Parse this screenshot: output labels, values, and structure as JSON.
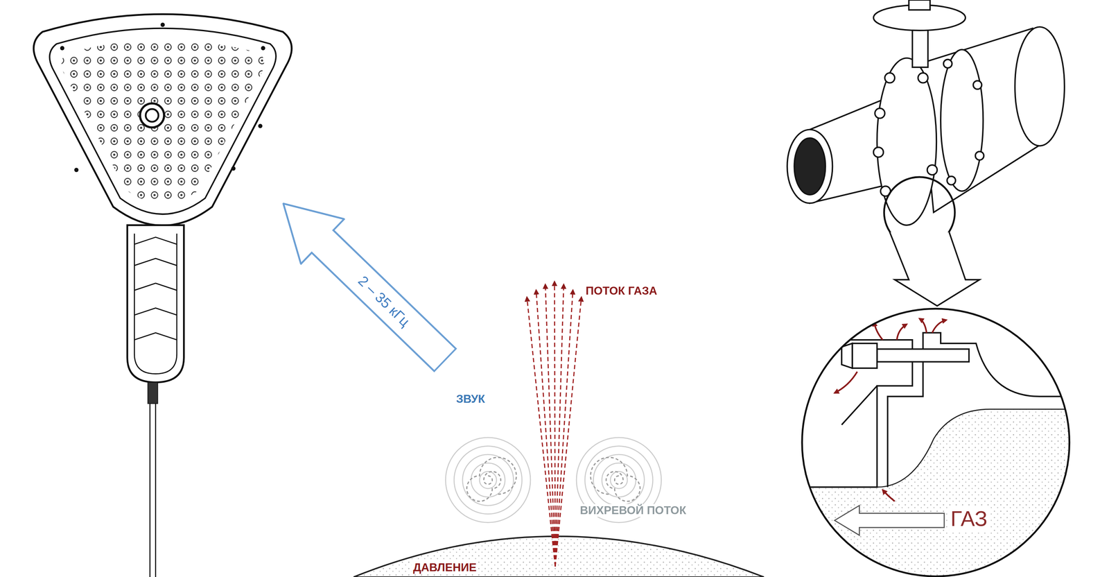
{
  "diagram": {
    "nodes": [
      {
        "text": [
          "2 – 35 кГц"
        ]
      }
    ],
    "labels": [
      "ПОТОК ГАЗА",
      "ЗВУК",
      "ВИХРЕВОЙ ПОТОК",
      "ДАВЛЕНИЕ",
      "ГАЗ"
    ]
  }
}
